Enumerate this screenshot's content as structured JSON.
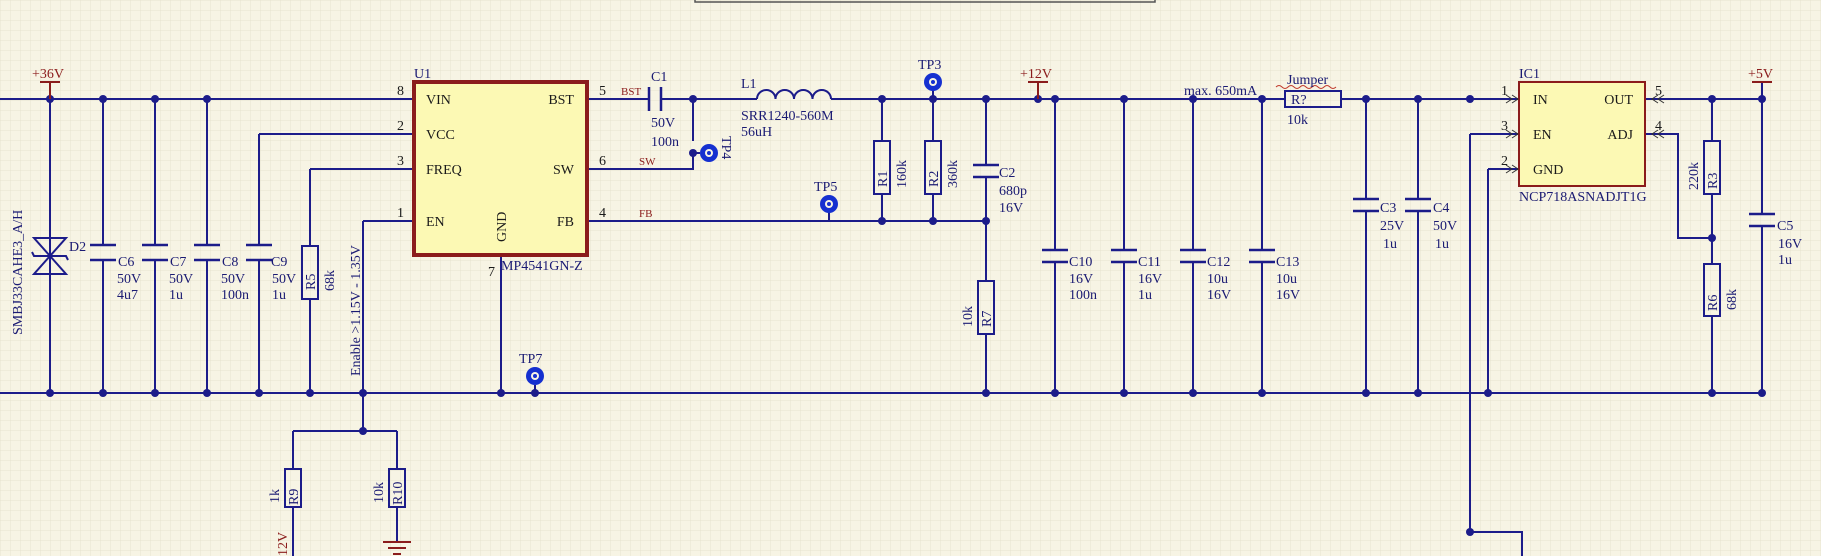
{
  "colors": {
    "background": "#f7f4e4",
    "grid": "#e7e3cf",
    "wire": "#1c1c8a",
    "component_text": "#1a1a73",
    "pin_text": "#1a1a1a",
    "ic_fill": "#fcf9b4",
    "ic_border": "#8b1c1c",
    "power_port": "#8b1c1c",
    "net_label": "#8b1c1c",
    "testpoint": "#1530d0",
    "junction": "#1c1c8a"
  },
  "power_ports": {
    "v36": "+36V",
    "v12": "+12V",
    "v5": "+5V",
    "v12_partial": "12V"
  },
  "u1": {
    "designator": "U1",
    "part": "MP4541GN-Z",
    "pins": {
      "vin": "VIN",
      "vcc": "VCC",
      "freq": "FREQ",
      "en": "EN",
      "gnd": "GND",
      "bst": "BST",
      "sw": "SW",
      "fb": "FB"
    },
    "pin_numbers": {
      "vin": "8",
      "vcc": "2",
      "freq": "3",
      "en": "1",
      "gnd": "7",
      "bst": "5",
      "sw": "6",
      "fb": "4"
    }
  },
  "ic1": {
    "designator": "IC1",
    "part": "NCP718ASNADJT1G",
    "pins": {
      "in": "IN",
      "en": "EN",
      "gnd": "GND",
      "out": "OUT",
      "adj": "ADJ"
    },
    "pin_numbers": {
      "in": "1",
      "en": "3",
      "gnd": "2",
      "out": "5",
      "adj": "4"
    }
  },
  "net_labels": {
    "bst": "BST",
    "sw": "SW",
    "fb": "FB"
  },
  "d2": {
    "designator": "D2",
    "part": "SMBJ33CAHE3_A/H"
  },
  "capacitors": {
    "c6": {
      "designator": "C6",
      "voltage": "50V",
      "value": "4u7"
    },
    "c7": {
      "designator": "C7",
      "voltage": "50V",
      "value": "1u"
    },
    "c8": {
      "designator": "C8",
      "voltage": "50V",
      "value": "100n"
    },
    "c9": {
      "designator": "C9",
      "voltage": "50V",
      "value": "1u"
    },
    "c1": {
      "designator": "C1",
      "voltage": "50V",
      "value": "100n"
    },
    "c2": {
      "designator": "C2",
      "value": "680p",
      "voltage": "16V"
    },
    "c10": {
      "designator": "C10",
      "voltage": "16V",
      "value": "100n"
    },
    "c11": {
      "designator": "C11",
      "voltage": "16V",
      "value": "1u"
    },
    "c12": {
      "designator": "C12",
      "value": "10u",
      "voltage": "16V"
    },
    "c13": {
      "designator": "C13",
      "value": "10u",
      "voltage": "16V"
    },
    "c3": {
      "designator": "C3",
      "voltage": "25V",
      "value": "1u"
    },
    "c4": {
      "designator": "C4",
      "voltage": "50V",
      "value": "1u"
    },
    "c5": {
      "designator": "C5",
      "voltage": "16V",
      "value": "1u"
    }
  },
  "resistors": {
    "r5": {
      "designator": "R5",
      "value": "68k"
    },
    "r1": {
      "designator": "R1",
      "value": "160k"
    },
    "r2": {
      "designator": "R2",
      "value": "360k"
    },
    "r7": {
      "designator": "R7",
      "value": "10k"
    },
    "r9": {
      "designator": "R9",
      "value": "1k"
    },
    "r10": {
      "designator": "R10",
      "value": "10k"
    },
    "r3": {
      "designator": "R3",
      "value": "220k"
    },
    "r6": {
      "designator": "R6",
      "value": "68k"
    },
    "rq": {
      "designator": "R?",
      "value": "10k",
      "label": "Jumper"
    }
  },
  "l1": {
    "designator": "L1",
    "part": "SRR1240-560M",
    "value": "56uH"
  },
  "testpoints": {
    "tp3": "TP3",
    "tp4": "TP4",
    "tp5": "TP5",
    "tp7": "TP7"
  },
  "notes": {
    "current": "max. 650mA",
    "enable": "Enable >1.15V - 1.35V"
  }
}
